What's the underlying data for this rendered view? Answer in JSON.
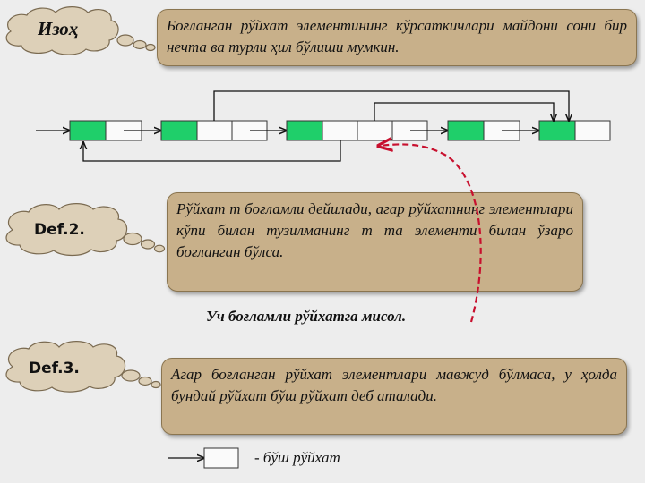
{
  "note": {
    "label": "Изоҳ",
    "text": "Боғланган рўйхат элементининг кўрсаткичлари майдони сони бир нечта ва турли ҳил бўлиши мумкин."
  },
  "def2": {
    "label": "Def.2.",
    "text": "Рўйхат т боғламли дейилади, агар рўйхатнинг элементлари кўпи билан тузилманинг т та элементи билан ўзаро боғланган бўлса."
  },
  "caption": "Уч боғламли рўйхатга мисол.",
  "def3": {
    "label": "Def.3.",
    "text": "Агар боғланган рўйхат элементлари мавжуд бўлмаса, у ҳолда бундай рўйхат бўш рўйхат деб аталади."
  },
  "legend": {
    "text": "- бўш рўйхат"
  },
  "colors": {
    "box_fill": "#c8b08a",
    "cell_green": "#1fcf6a",
    "arrow_red": "#c8102e"
  }
}
